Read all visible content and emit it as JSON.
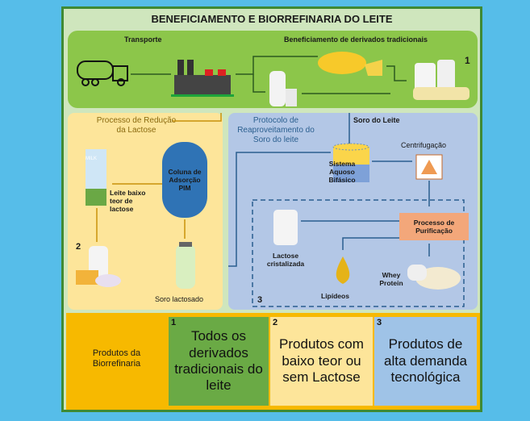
{
  "title": "BENEFICIAMENTO E BIORREFINARIA DO LEITE",
  "top_section": {
    "transport_label": "Transporte",
    "traditional_label": "Beneficiamento de derivados tradicionais",
    "marker": "1"
  },
  "lactose_section": {
    "title": "Processo de Redução da Lactose",
    "column_label": "Coluna de Adsorção PIM",
    "low_lactose_label": "Leite baixo teor de lactose",
    "whey_label": "Soro lactosado",
    "marker": "2",
    "milk_carton_text": "MILK"
  },
  "whey_section": {
    "title": "Protocolo de Reaproveitamento do Soro do leite",
    "whey_label": "Soro do Leite",
    "system_label": "Sistema Aquoso Bifásico",
    "centrifuge_label": "Centrifugação",
    "purification_label": "Processo de Purificação",
    "lactose_label": "Lactose cristalizada",
    "lipids_label": "Lipídeos",
    "whey_protein_label": "Whey Protein",
    "marker": "3"
  },
  "products": {
    "label": "Produtos da Biorrefinaria",
    "items": [
      {
        "num": "1",
        "text": "Todos os derivados tradicionais do leite",
        "color": "#6aaa45"
      },
      {
        "num": "2",
        "text": "Produtos com baixo teor ou sem Lactose",
        "color": "#fde59a"
      },
      {
        "num": "3",
        "text": "Produtos de alta demanda tecnológica",
        "color": "#9fc3e7"
      }
    ]
  },
  "colors": {
    "background": "#56bde9",
    "frame": "#3f8a34",
    "green_panel": "#8cc64a",
    "yellow_panel": "#fde59a",
    "blue_panel": "#b3c7e6",
    "bottom": "#f7b900",
    "orange_arrow": "#c8920a",
    "blue_arrow": "#2b5f8f"
  }
}
